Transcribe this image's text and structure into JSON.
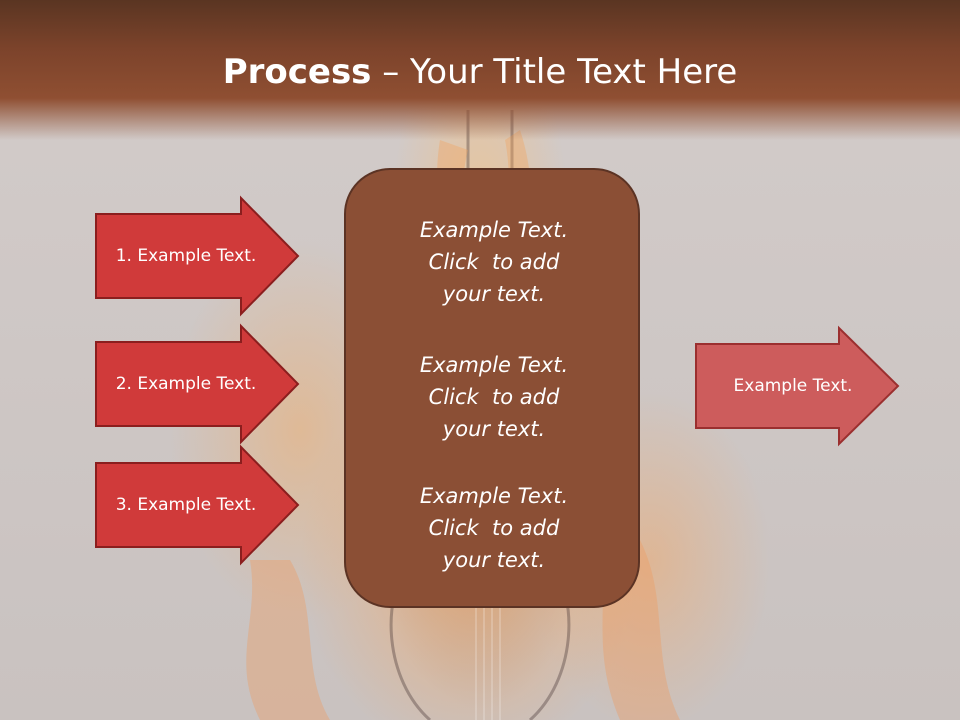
{
  "slide": {
    "title_bold": "Process",
    "title_rest": " – Your Title Text Here"
  },
  "steps": [
    {
      "label": "1. Example Text."
    },
    {
      "label": "2. Example Text."
    },
    {
      "label": "3. Example Text."
    }
  ],
  "center_blocks": [
    {
      "line1": "Example Text.",
      "line2": "Click  to add",
      "line3": "your text."
    },
    {
      "line1": "Example Text.",
      "line2": "Click  to add",
      "line3": "your text."
    },
    {
      "line1": "Example Text.",
      "line2": "Click  to add",
      "line3": "your text."
    }
  ],
  "output": {
    "label": "Example Text."
  },
  "colors": {
    "header": "#7c432b",
    "step_arrow_fill": "#d03a3a",
    "step_arrow_border": "#8b1e1e",
    "output_arrow_fill": "#cd5c5c",
    "output_arrow_border": "#9b2f2f",
    "center_box_fill": "#8b4f35",
    "center_box_border": "#5b3324"
  }
}
